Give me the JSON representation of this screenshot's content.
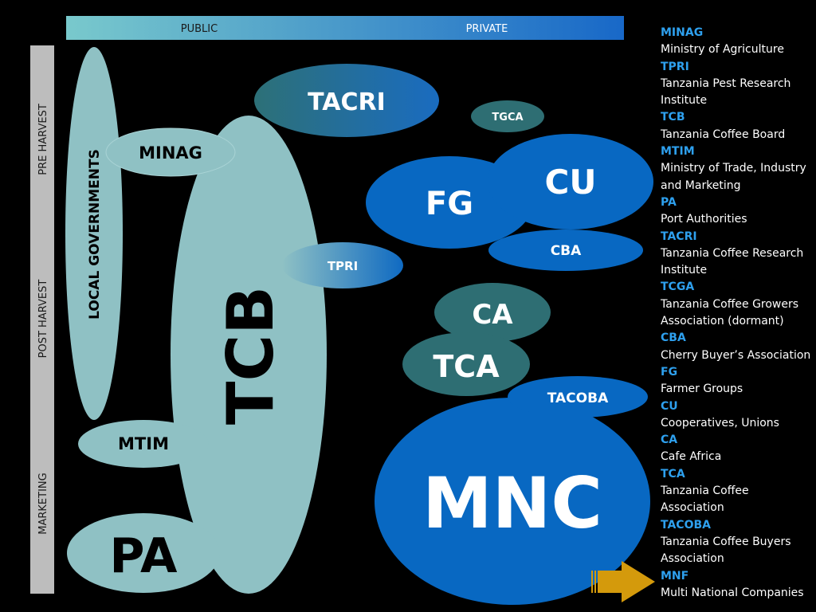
{
  "axis": {
    "public": "PUBLIC",
    "private": "PRIVATE",
    "pre_harvest": "PRE HARVEST",
    "post_harvest": "POST HARVEST",
    "marketing": "MARKETING"
  },
  "nodes": {
    "local_governments": "LOCAL  GOVERNMENTS",
    "tcb": "TCB",
    "minag": "MINAG",
    "tpri": "TPRI",
    "mtim": "MTIM",
    "pa": "PA",
    "tacri": "TACRI",
    "tgca": "TGCA",
    "fg": "FG",
    "cu": "CU",
    "cba": "CBA",
    "ca": "CA",
    "tca": "TCA",
    "tacoba": "TACOBA",
    "mnc": "MNC"
  },
  "legend": [
    {
      "abbr": "MINAG",
      "full": "Ministry of Agriculture"
    },
    {
      "abbr": "TPRI",
      "full": "Tanzania Pest Research Institute"
    },
    {
      "abbr": "TCB",
      "full": "Tanzania Coffee Board"
    },
    {
      "abbr": "MTIM",
      "full": "Ministry of Trade, Industry and Marketing"
    },
    {
      "abbr": "PA",
      "full": "Port  Authorities"
    },
    {
      "abbr": "TACRI",
      "full": "Tanzania  Coffee Research Institute"
    },
    {
      "abbr": "TCGA",
      "full": "Tanzania Coffee Growers Association (dormant)"
    },
    {
      "abbr": "CBA",
      "full": "Cherry Buyer’s Association"
    },
    {
      "abbr": "FG",
      "full": "Farmer Groups"
    },
    {
      "abbr": "CU",
      "full": "Cooperatives, Unions"
    },
    {
      "abbr": "CA",
      "full": "Cafe Africa"
    },
    {
      "abbr": "TCA",
      "full": "Tanzania Coffee Association"
    },
    {
      "abbr": "TACOBA",
      "full": "Tanzania Coffee Buyers Association"
    },
    {
      "abbr": "MNF",
      "full": "Multi National Companies"
    }
  ],
  "colors": {
    "background": "#000000",
    "light_ellipse": "#8fc1c4",
    "dark_teal": "#2e6e73",
    "blue": "#0868c2",
    "legend_abbr": "#2ea0ee",
    "arrow": "#d49a0c",
    "axis_gray": "#bdbdbd"
  }
}
